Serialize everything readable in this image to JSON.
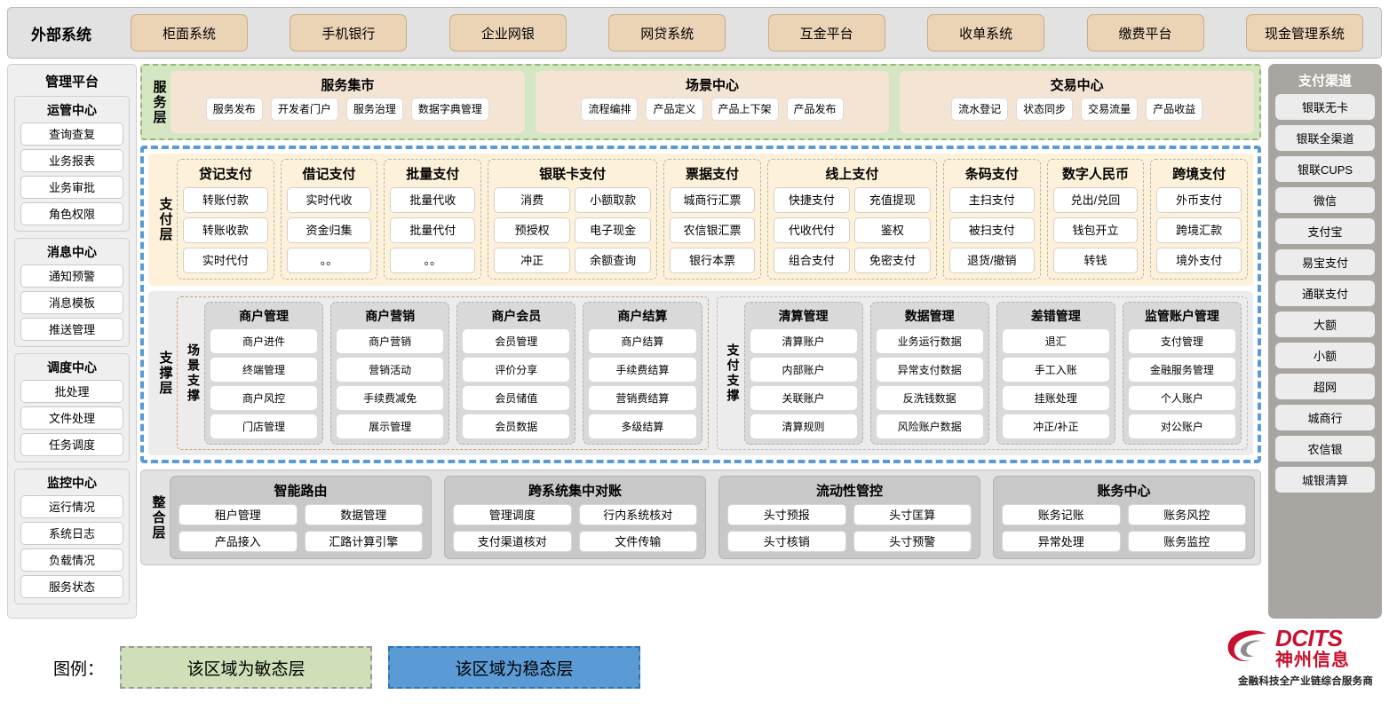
{
  "external": {
    "title": "外部系统",
    "items": [
      "柜面系统",
      "手机银行",
      "企业网银",
      "网贷系统",
      "互金平台",
      "收单系统",
      "缴费平台",
      "现金管理系统"
    ]
  },
  "management": {
    "title": "管理平台",
    "groups": [
      {
        "title": "运管中心",
        "items": [
          "查询查复",
          "业务报表",
          "业务审批",
          "角色权限"
        ]
      },
      {
        "title": "消息中心",
        "items": [
          "通知预警",
          "消息模板",
          "推送管理"
        ]
      },
      {
        "title": "调度中心",
        "items": [
          "批处理",
          "文件处理",
          "任务调度"
        ]
      },
      {
        "title": "监控中心",
        "items": [
          "运行情况",
          "系统日志",
          "负载情况",
          "服务状态"
        ]
      }
    ]
  },
  "service_layer": {
    "tag": "服务层",
    "cards": [
      {
        "title": "服务集市",
        "items": [
          "服务发布",
          "开发者门户",
          "服务治理",
          "数据字典管理"
        ]
      },
      {
        "title": "场景中心",
        "items": [
          "流程编排",
          "产品定义",
          "产品上下架",
          "产品发布"
        ]
      },
      {
        "title": "交易中心",
        "items": [
          "流水登记",
          "状态同步",
          "交易流量",
          "产品收益"
        ]
      }
    ]
  },
  "payment_layer": {
    "tag": "支付层",
    "cards": [
      {
        "title": "贷记支付",
        "cols": 1,
        "items": [
          "转账付款",
          "转账收款",
          "实时代付"
        ]
      },
      {
        "title": "借记支付",
        "cols": 1,
        "items": [
          "实时代收",
          "资金归集",
          "。。"
        ]
      },
      {
        "title": "批量支付",
        "cols": 1,
        "items": [
          "批量代收",
          "批量代付",
          "。。"
        ]
      },
      {
        "title": "银联卡支付",
        "cols": 2,
        "items": [
          "消费",
          "小额取款",
          "预授权",
          "电子现金",
          "冲正",
          "余额查询"
        ]
      },
      {
        "title": "票据支付",
        "cols": 1,
        "items": [
          "城商行汇票",
          "农信银汇票",
          "银行本票"
        ]
      },
      {
        "title": "线上支付",
        "cols": 2,
        "items": [
          "快捷支付",
          "充值提现",
          "代收代付",
          "鉴权",
          "组合支付",
          "免密支付"
        ]
      },
      {
        "title": "条码支付",
        "cols": 1,
        "items": [
          "主扫支付",
          "被扫支付",
          "退货/撤销"
        ]
      },
      {
        "title": "数字人民币",
        "cols": 1,
        "items": [
          "兑出/兑回",
          "钱包开立",
          "转钱"
        ]
      },
      {
        "title": "跨境支付",
        "cols": 1,
        "items": [
          "外币支付",
          "跨境汇款",
          "境外支付"
        ]
      }
    ]
  },
  "support_layer": {
    "tag": "支撑层",
    "blocks": [
      {
        "tag": "场景支撑",
        "cards": [
          {
            "title": "商户管理",
            "items": [
              "商户进件",
              "终端管理",
              "商户风控",
              "门店管理"
            ]
          },
          {
            "title": "商户营销",
            "items": [
              "商户营销",
              "营销活动",
              "手续费减免",
              "展示管理"
            ]
          },
          {
            "title": "商户会员",
            "items": [
              "会员管理",
              "评价分享",
              "会员储值",
              "会员数据"
            ]
          },
          {
            "title": "商户结算",
            "items": [
              "商户结算",
              "手续费结算",
              "营销费结算",
              "多级结算"
            ]
          }
        ]
      },
      {
        "tag": "支付支撑",
        "cards": [
          {
            "title": "清算管理",
            "items": [
              "清算账户",
              "内部账户",
              "关联账户",
              "清算规则"
            ]
          },
          {
            "title": "数据管理",
            "items": [
              "业务运行数据",
              "异常支付数据",
              "反洗钱数据",
              "风险账户数据"
            ]
          },
          {
            "title": "差错管理",
            "items": [
              "退汇",
              "手工入账",
              "挂账处理",
              "冲正/补正"
            ]
          },
          {
            "title": "监管账户管理",
            "items": [
              "支付管理",
              "金融服务管理",
              "个人账户",
              "对公账户"
            ]
          }
        ]
      }
    ]
  },
  "integration_layer": {
    "tag": "整合层",
    "cards": [
      {
        "title": "智能路由",
        "items": [
          "租户管理",
          "数据管理",
          "产品接入",
          "汇路计算引擎"
        ]
      },
      {
        "title": "跨系统集中对账",
        "items": [
          "管理调度",
          "行内系统核对",
          "支付渠道核对",
          "文件传输"
        ]
      },
      {
        "title": "流动性管控",
        "items": [
          "头寸预报",
          "头寸匡算",
          "头寸核销",
          "头寸预警"
        ]
      },
      {
        "title": "账务中心",
        "items": [
          "账务记账",
          "账务风控",
          "异常处理",
          "账务监控"
        ]
      }
    ]
  },
  "channels": {
    "title": "支付渠道",
    "items": [
      "银联无卡",
      "银联全渠道",
      "银联CUPS",
      "微信",
      "支付宝",
      "易宝支付",
      "通联支付",
      "大额",
      "小额",
      "超网",
      "城商行",
      "农信银",
      "城银清算"
    ]
  },
  "legend": {
    "label": "图例：",
    "agile": "该区域为敏态层",
    "stable": "该区域为稳态层"
  },
  "logo": {
    "brand": "DCITS",
    "brand_cn": "神州信息",
    "tagline": "金融科技全产业链综合服务商"
  },
  "colors": {
    "agile_bg": "#d5e6c3",
    "stable_border": "#5b9bd5",
    "payment_bg": "#fdf2d9",
    "external_chip": "#ebd4b5",
    "brand_red": "#c8102e"
  }
}
